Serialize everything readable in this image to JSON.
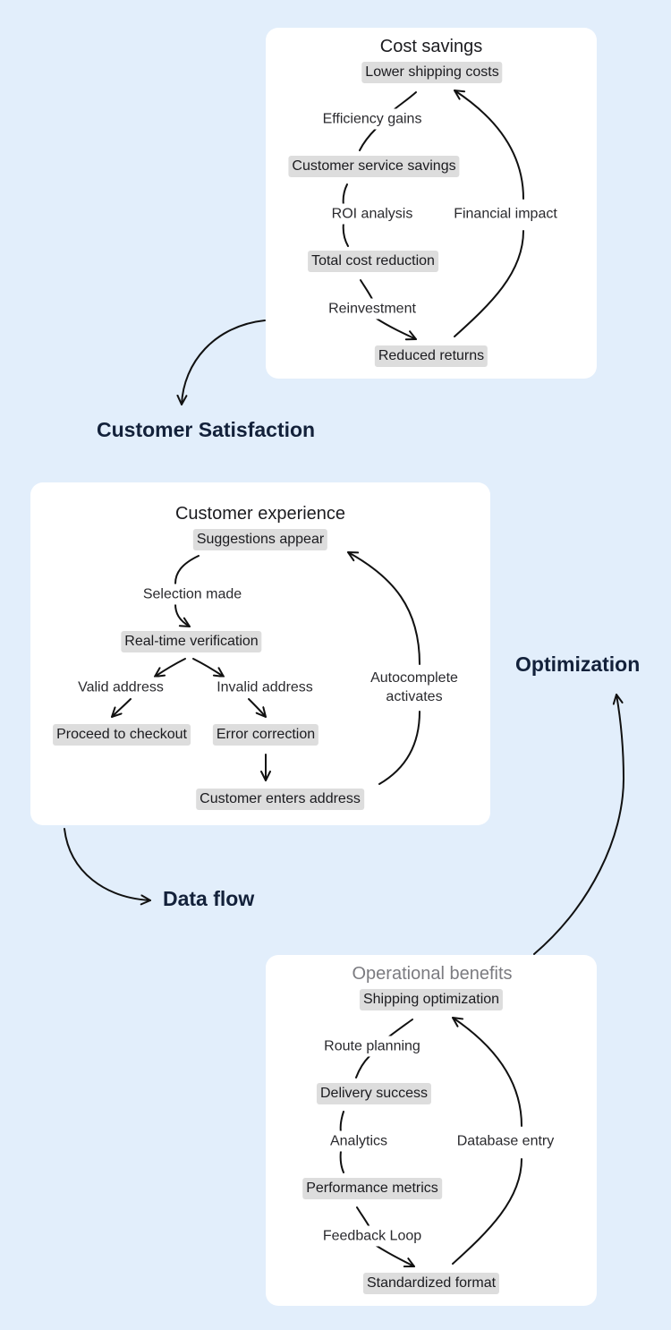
{
  "sections": {
    "customer_satisfaction": "Customer Satisfaction",
    "data_flow": "Data flow",
    "optimization": "Optimization"
  },
  "cost_savings": {
    "title": "Cost savings",
    "nodes": {
      "lower_shipping": "Lower shipping costs",
      "service_savings": "Customer service savings",
      "total_reduction": "Total cost reduction",
      "reduced_returns": "Reduced returns"
    },
    "edges": {
      "efficiency": "Efficiency gains",
      "roi": "ROI analysis",
      "reinvestment": "Reinvestment",
      "financial": "Financial impact"
    }
  },
  "customer_experience": {
    "title": "Customer experience",
    "nodes": {
      "suggestions": "Suggestions appear",
      "verification": "Real-time verification",
      "checkout": "Proceed to checkout",
      "error_correction": "Error correction",
      "enters_address": "Customer enters address"
    },
    "edges": {
      "selection": "Selection made",
      "valid": "Valid address",
      "invalid": "Invalid address",
      "autocomplete": "Autocomplete activates"
    }
  },
  "operational_benefits": {
    "title": "Operational benefits",
    "nodes": {
      "shipping_opt": "Shipping optimization",
      "delivery": "Delivery success",
      "metrics": "Performance metrics",
      "standardized": "Standardized format"
    },
    "edges": {
      "route": "Route planning",
      "analytics": "Analytics",
      "feedback": "Feedback Loop",
      "database": "Database entry"
    }
  }
}
